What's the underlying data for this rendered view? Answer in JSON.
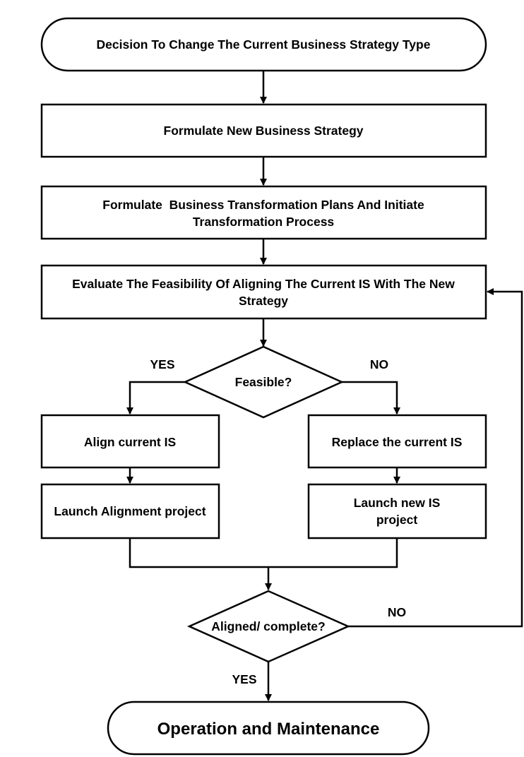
{
  "nodes": {
    "start": "Decision To Change The Current Business Strategy Type",
    "formulate_strategy": "Formulate New Business Strategy",
    "transformation_line1": "Formulate  Business Transformation Plans And Initiate",
    "transformation_line2": "Transformation Process",
    "evaluate_line1": "Evaluate The Feasibility Of Aligning The Current IS With The New",
    "evaluate_line2": "Strategy",
    "feasible": "Feasible?",
    "align": "Align current IS",
    "replace": "Replace the current IS",
    "launch_alignment": "Launch Alignment project",
    "launch_new_line1": "Launch new IS",
    "launch_new_line2": "project",
    "aligned": "Aligned/ complete?",
    "end": "Operation and Maintenance"
  },
  "edge_labels": {
    "feasible_yes": "YES",
    "feasible_no": "NO",
    "aligned_no": "NO",
    "aligned_yes": "YES"
  }
}
